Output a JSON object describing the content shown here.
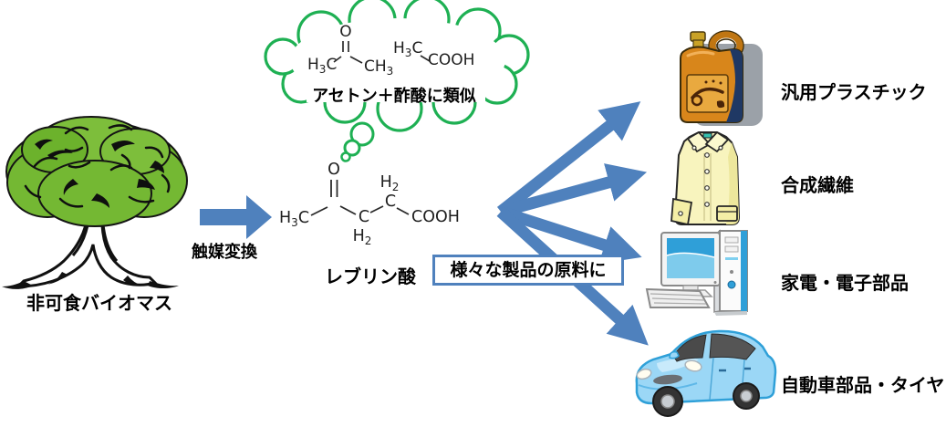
{
  "colors": {
    "arrow_blue": "#4F81BD",
    "bubble_green": "#1EB053",
    "foliage_green": "#74B82E",
    "jug_orange": "#D8861B",
    "car_blue": "#9BD7F6",
    "screen_blue": "#2F9FD8",
    "text_black": "#000000"
  },
  "source": {
    "icon": "tree-icon",
    "label": "非可食バイオマス"
  },
  "conversion_arrow": {
    "label": "触媒変換"
  },
  "molecule": {
    "name": "レブリン酸",
    "formula": {
      "h3c": "H3C",
      "o": "O",
      "c1": "C",
      "h2_down": "H2",
      "c2": "C",
      "h2_up": "H2",
      "cooh": "COOH"
    }
  },
  "thought_bubble": {
    "caption": "アセトン＋酢酸に類似",
    "acetone": {
      "h3c": "H3C",
      "o": "O",
      "ch3": "CH3"
    },
    "acetic_acid": {
      "h3c": "H3C",
      "cooh": "COOH"
    }
  },
  "usage_note": {
    "label": "様々な製品の原料に"
  },
  "products": [
    {
      "icon": "oil-jug-icon",
      "label": "汎用プラスチック"
    },
    {
      "icon": "folded-shirt-icon",
      "label": "合成繊維"
    },
    {
      "icon": "desktop-pc-icon",
      "label": "家電・電子部品"
    },
    {
      "icon": "car-icon",
      "label": "自動車部品・タイヤ"
    }
  ]
}
